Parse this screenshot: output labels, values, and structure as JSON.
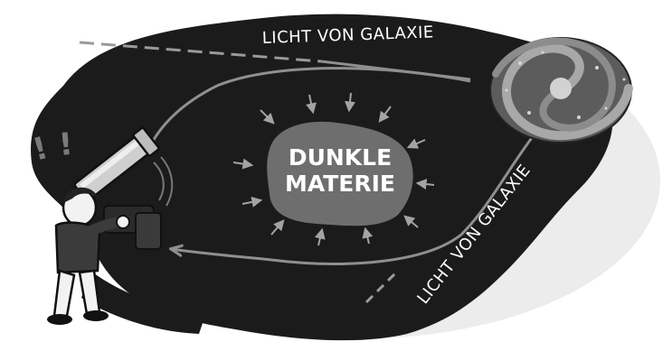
{
  "labels": {
    "light_top": "LICHT VON GALAXIE",
    "light_bottom": "LICHT VON GALAXIE",
    "dark_matter_line1": "DUNKLE",
    "dark_matter_line2": "MATERIE",
    "exclamation": "!"
  },
  "colors": {
    "space": "#1b1b1b",
    "dark_matter": "#6e6e6e",
    "light_path": "#8f8f8f",
    "galaxy": "#7a7a7a",
    "background": "#ffffff",
    "outline": "#111111"
  },
  "icons": {
    "galaxy": "spiral-galaxy-icon",
    "observer": "astronomer-with-telescope-icon"
  }
}
